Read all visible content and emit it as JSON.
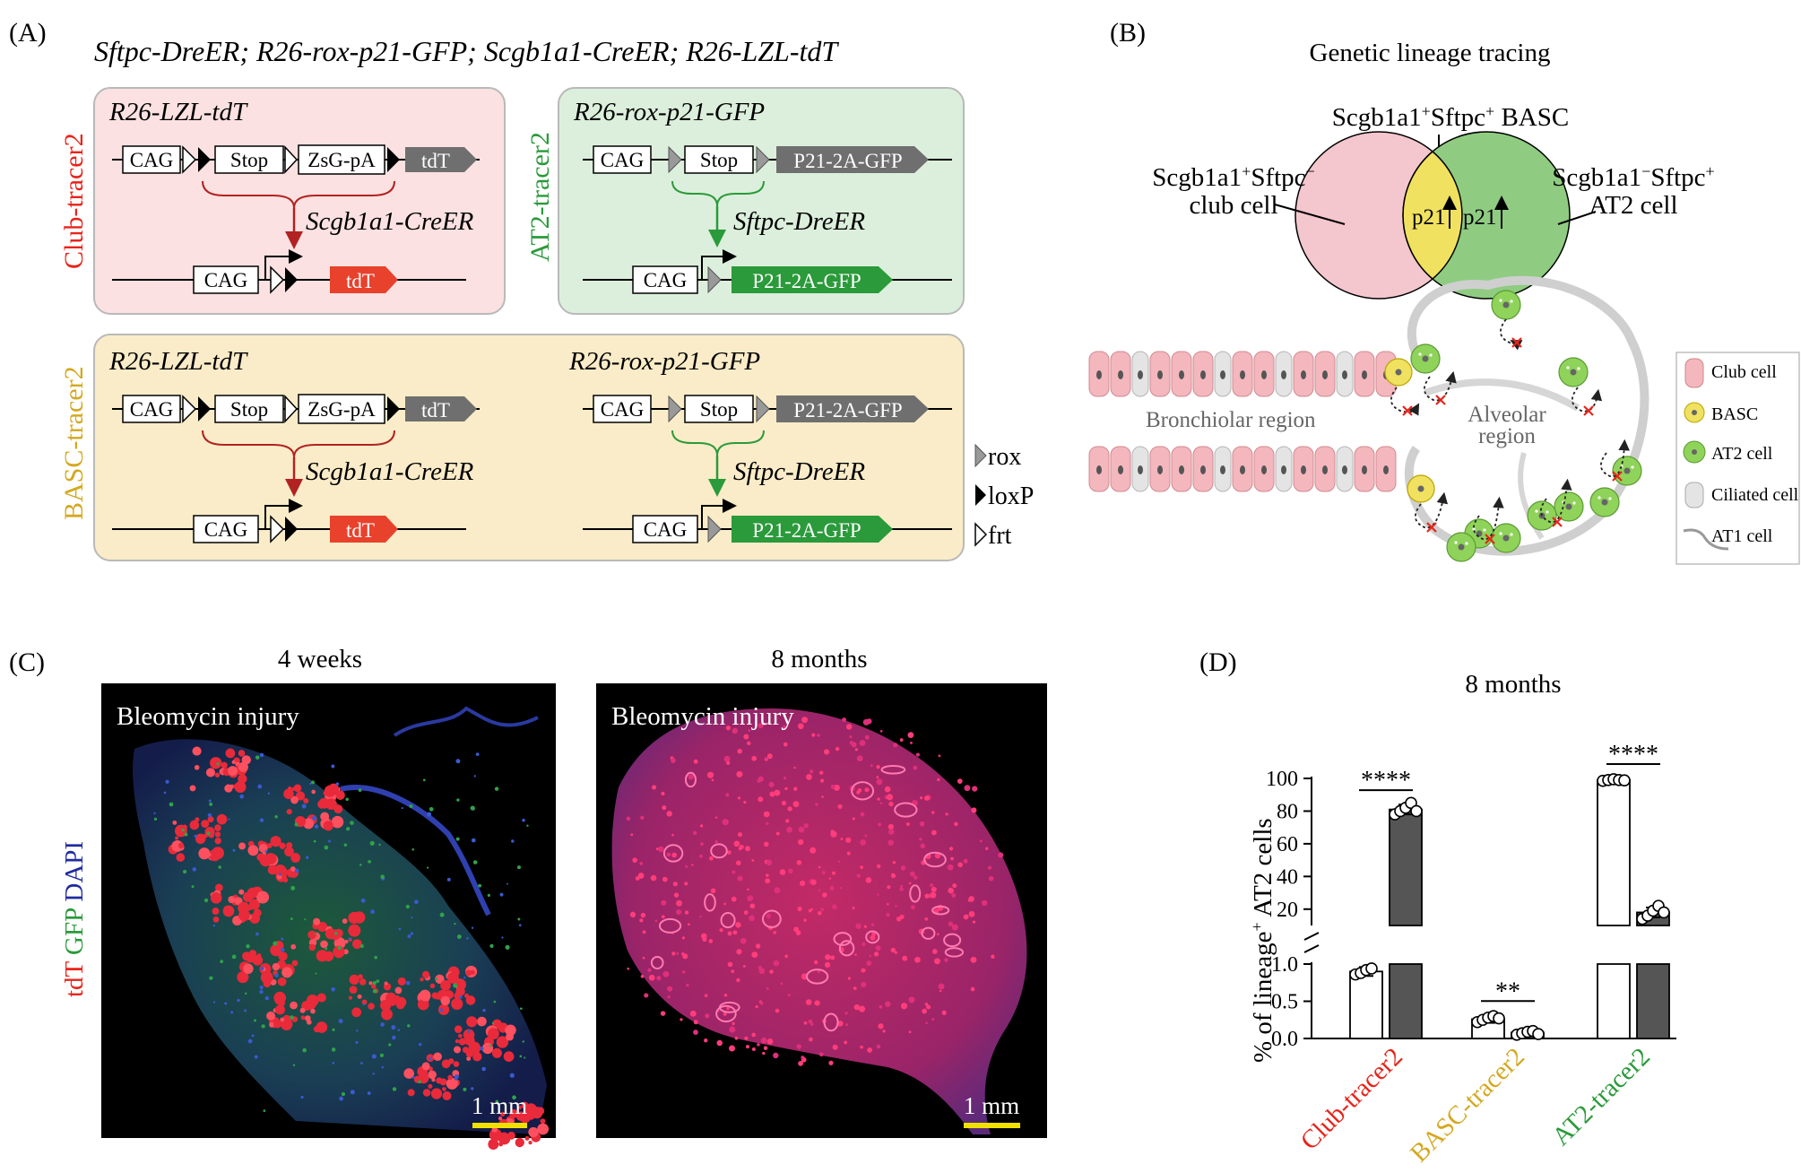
{
  "panel_a": {
    "label": "(A)",
    "genotype": "Sftpc-DreER; R26-rox-p21-GFP; Scgb1a1-CreER; R26-LZL-tdT",
    "club_tracer2": "Club-tracer2",
    "at2_tracer2": "AT2-tracer2",
    "basc_tracer2": "BASC-tracer2",
    "allele_lzl": "R26-LZL-tdT",
    "allele_rox": "R26-rox-p21-GFP",
    "cag": "CAG",
    "stop": "Stop",
    "zsg_pa": "ZsG-pA",
    "tdt": "tdT",
    "p21_gfp": "P21-2A-GFP",
    "scgb1a1_creer": "Scgb1a1-CreER",
    "sftpc_dreer": "Sftpc-DreER",
    "legend_rox": "rox",
    "legend_loxp": "loxP",
    "legend_frt": "frt",
    "colors": {
      "red": "#e8412c",
      "green": "#2a9a3a",
      "gold": "#d4a82a",
      "gray": "#7a7a7a",
      "pink_bg": "#fbe1e1",
      "green_bg": "#dcefdc",
      "gold_bg": "#faecc8"
    }
  },
  "panel_b": {
    "label": "(B)",
    "title": "Genetic lineage tracing",
    "basc_label_1": "Scgb1a1",
    "basc_label_2": "+",
    "basc_label_3": "Sftpc",
    "basc_label_4": "+",
    "basc_label_5": " BASC",
    "club_line1_a": "Scgb1a1",
    "club_line1_b": "+",
    "club_line1_c": "Sftpc",
    "club_line1_d": "−",
    "club_line2": "club cell",
    "at2_line1_a": "Scgb1a1",
    "at2_line1_b": "−",
    "at2_line1_c": "Sftpc",
    "at2_line1_d": "+",
    "at2_line2": "AT2 cell",
    "p21": "p21",
    "bronchiolar": "Bronchiolar region",
    "alveolar_1": "Alveolar",
    "alveolar_2": "region",
    "legend": [
      "Club cell",
      "BASC",
      "AT2 cell",
      "Ciliated cell",
      "AT1 cell"
    ]
  },
  "panel_c": {
    "label": "(C)",
    "time_1": "4 weeks",
    "time_2": "8 months",
    "injury": "Bleomycin injury",
    "scale": "1 mm",
    "stain_tdt": "tdT",
    "stain_gfp": " GFP",
    "stain_dapi": " DAPI"
  },
  "panel_d": {
    "label": "(D)",
    "title": "8 months",
    "ylabel_a": "% of lineage",
    "ylabel_b": "+",
    "ylabel_c": " AT2 cells",
    "sig_club": "****",
    "sig_basc": "**",
    "sig_at2": "****"
  },
  "chart_data": {
    "type": "bar",
    "title": "8 months",
    "ylabel": "% of lineage+ AT2 cells",
    "categories": [
      "Club-tracer2",
      "BASC-tracer2",
      "AT2-tracer2"
    ],
    "category_colors": [
      "#e8231a",
      "#d4a820",
      "#2a9a3a"
    ],
    "axis": {
      "broken": true,
      "lower_range": [
        0,
        1.0
      ],
      "lower_ticks": [
        "0.0",
        "0.5",
        "1.0"
      ],
      "upper_range": [
        10,
        100
      ],
      "upper_ticks": [
        "20",
        "40",
        "60",
        "80",
        "100"
      ]
    },
    "series": [
      {
        "fill": "#ffffff",
        "values": [
          0.9,
          0.26,
          99
        ],
        "error": [
          0.06,
          0.05,
          1
        ],
        "points": [
          [
            0.86,
            0.88,
            0.92,
            0.94
          ],
          [
            0.22,
            0.25,
            0.28,
            0.3,
            0.27
          ],
          [
            98.5,
            99,
            99.5,
            99,
            98.8
          ]
        ]
      },
      {
        "fill": "#555555",
        "values": [
          81,
          0.08,
          18
        ],
        "error": [
          3,
          0.03,
          3
        ],
        "points": [
          [
            78,
            80,
            82,
            85,
            80
          ],
          [
            0.05,
            0.07,
            0.09,
            0.1,
            0.06
          ],
          [
            14,
            16,
            19,
            22,
            18
          ]
        ]
      }
    ],
    "significance": [
      "****",
      "**",
      "****"
    ]
  }
}
